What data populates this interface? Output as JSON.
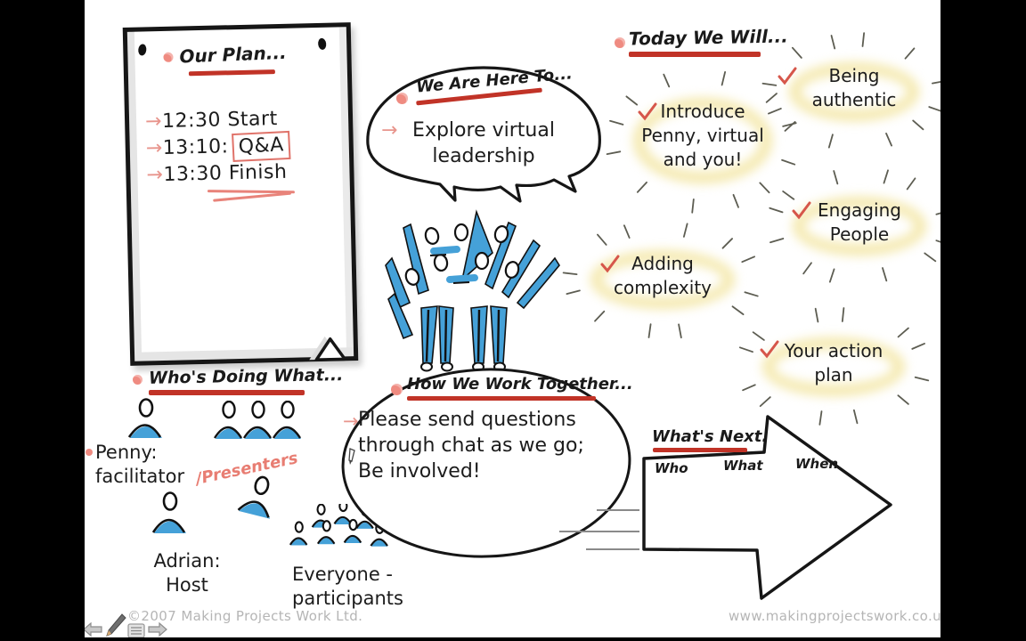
{
  "icons": {
    "arrow": "→"
  },
  "our_plan": {
    "title": "Our Plan...",
    "items": [
      {
        "label": "12:30 Start"
      },
      {
        "label": "13:10:",
        "highlight": "Q&A"
      },
      {
        "label": "13:30 Finish"
      }
    ]
  },
  "we_are_here": {
    "title": "We Are Here To...",
    "text": "Explore virtual\nleadership"
  },
  "today": {
    "title": "Today We Will...",
    "goals": [
      {
        "label": "Introduce\nPenny, virtual\nand you!"
      },
      {
        "label": "Being\nauthentic"
      },
      {
        "label": "Engaging\nPeople"
      },
      {
        "label": "Adding\ncomplexity"
      },
      {
        "label": "Your action\nplan"
      }
    ]
  },
  "who": {
    "title": "Who's Doing What...",
    "penny": "Penny:\nfacilitator",
    "presenters": "/Presenters",
    "adrian": "Adrian:\nHost",
    "everyone": "Everyone -\nparticipants"
  },
  "how": {
    "title": "How We Work Together...",
    "text": "Please send questions\nthrough chat as we go;\nBe involved!"
  },
  "whats_next": {
    "title": "What's Next...",
    "columns": [
      "Who",
      "What",
      "When"
    ]
  },
  "footer": {
    "copyright": "©2007 Making Projects Work Ltd.",
    "website": "www.makingprojectswork.co.u"
  },
  "colors": {
    "accent_red": "#c13327",
    "salmon": "#ef8b81",
    "blue": "#45a1d8",
    "highlight_yellow": "#f3e7a6",
    "footer_grey": "#b5b5b5"
  }
}
